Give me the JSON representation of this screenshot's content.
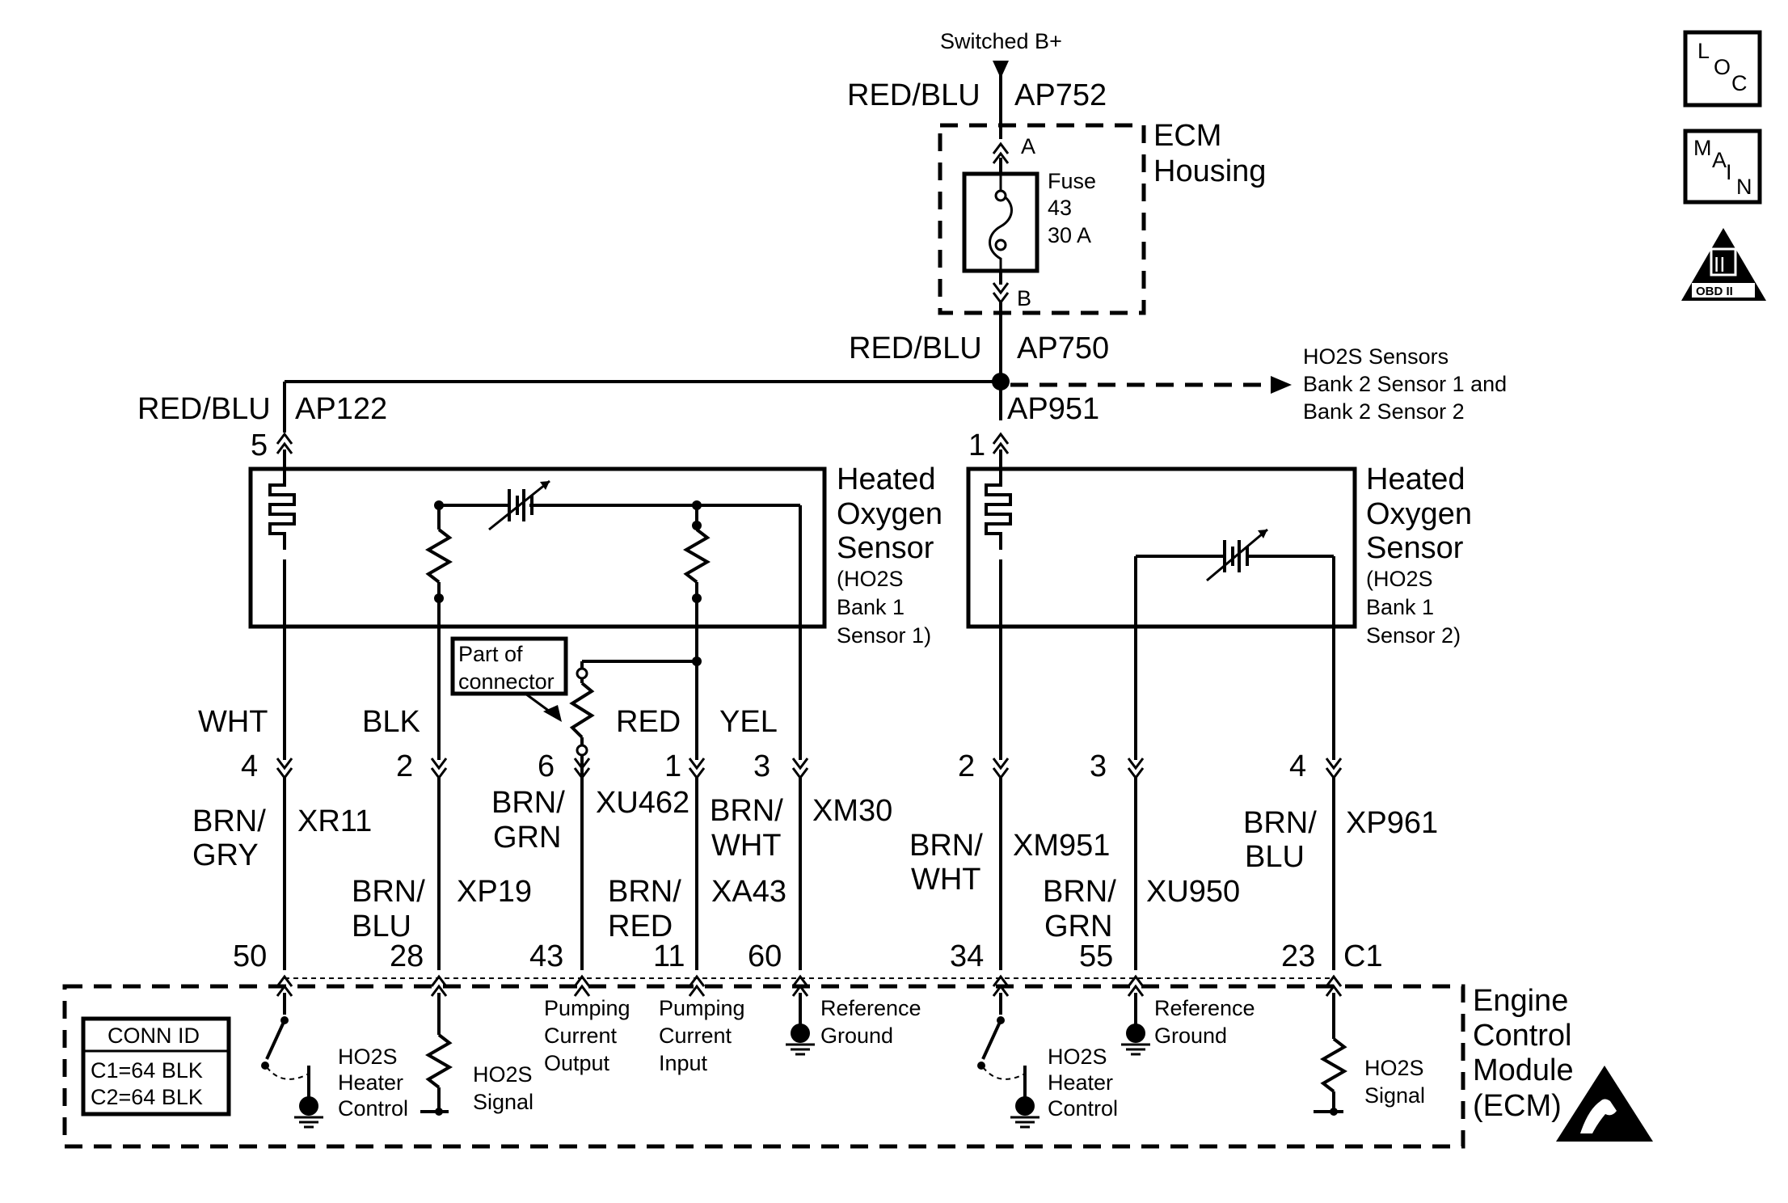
{
  "supply": {
    "label": "Switched B+",
    "wire_color": "RED/BLU",
    "circuit": "AP752"
  },
  "ecm_housing": {
    "title_line1": "ECM",
    "title_line2": "Housing",
    "pin_a": "A",
    "pin_b": "B",
    "fuse_line1": "Fuse",
    "fuse_line2": "43",
    "fuse_line3": "30 A"
  },
  "feed": {
    "wire_color": "RED/BLU",
    "circuit": "AP750"
  },
  "bank2_note": {
    "line1": "HO2S Sensors",
    "line2": "Bank 2 Sensor 1 and",
    "line3": "Bank 2 Sensor 2"
  },
  "left_feed": {
    "wire_color": "RED/BLU",
    "circuit": "AP122",
    "pin": "5"
  },
  "right_feed": {
    "circuit": "AP951",
    "pin": "1"
  },
  "sensor1": {
    "line1": "Heated",
    "line2": "Oxygen",
    "line3": "Sensor",
    "line4": "(HO2S",
    "line5": "Bank 1",
    "line6": "Sensor 1)"
  },
  "sensor2": {
    "line1": "Heated",
    "line2": "Oxygen",
    "line3": "Sensor",
    "line4": "(HO2S",
    "line5": "Bank 1",
    "line6": "Sensor 2)"
  },
  "part_of_connector": {
    "line1": "Part of",
    "line2": "connector"
  },
  "sensor_wire_colors": [
    "WHT",
    "BLK",
    "RED",
    "YEL"
  ],
  "left_pins": [
    "4",
    "2",
    "6",
    "1",
    "3"
  ],
  "left_circuits": [
    {
      "color1": "BRN/",
      "color2": "GRY",
      "circuit": "XR11",
      "ecm_pin": "50"
    },
    {
      "color1": "BRN/",
      "color2": "BLU",
      "circuit": "XP19",
      "ecm_pin": "28"
    },
    {
      "color1": "BRN/",
      "color2": "GRN",
      "circuit": "XU462",
      "ecm_pin": "43"
    },
    {
      "color1": "BRN/",
      "color2": "RED",
      "circuit": "XA43",
      "ecm_pin": "11"
    },
    {
      "color1": "BRN/",
      "color2": "WHT",
      "circuit": "XM30",
      "ecm_pin": "60"
    }
  ],
  "right_pins": [
    "2",
    "3",
    "4"
  ],
  "right_circuits": [
    {
      "color1": "BRN/",
      "color2": "WHT",
      "circuit": "XM951",
      "ecm_pin": "34"
    },
    {
      "color1": "BRN/",
      "color2": "GRN",
      "circuit": "XU950",
      "ecm_pin": "55"
    },
    {
      "color1": "BRN/",
      "color2": "BLU",
      "circuit": "XP961",
      "ecm_pin": "23"
    }
  ],
  "connector_id": "C1",
  "ecm": {
    "line1": "Engine",
    "line2": "Control",
    "line3": "Module",
    "line4": "(ECM)"
  },
  "conn_id": {
    "title": "CONN ID",
    "c1": "C1=64 BLK",
    "c2": "C2=64 BLK"
  },
  "ecm_labels": {
    "heater1_a": "HO2S",
    "heater1_b": "Heater",
    "heater1_c": "Control",
    "signal1_a": "HO2S",
    "signal1_b": "Signal",
    "pump_out_a": "Pumping",
    "pump_out_b": "Current",
    "pump_out_c": "Output",
    "pump_in_a": "Pumping",
    "pump_in_b": "Current",
    "pump_in_c": "Input",
    "ref1_a": "Reference",
    "ref1_b": "Ground",
    "heater2_a": "HO2S",
    "heater2_b": "Heater",
    "heater2_c": "Control",
    "ref2_a": "Reference",
    "ref2_b": "Ground",
    "signal2_a": "HO2S",
    "signal2_b": "Signal"
  },
  "nav": {
    "loc_l": "L",
    "loc_o": "O",
    "loc_c": "C",
    "main_m": "M",
    "main_a": "A",
    "main_i": "I",
    "main_n": "N",
    "obd_roman": "II",
    "obd_text": "OBD II"
  },
  "icons": [
    "loc-icon",
    "main-icon",
    "obd-ii-icon",
    "esd-warning-icon"
  ]
}
